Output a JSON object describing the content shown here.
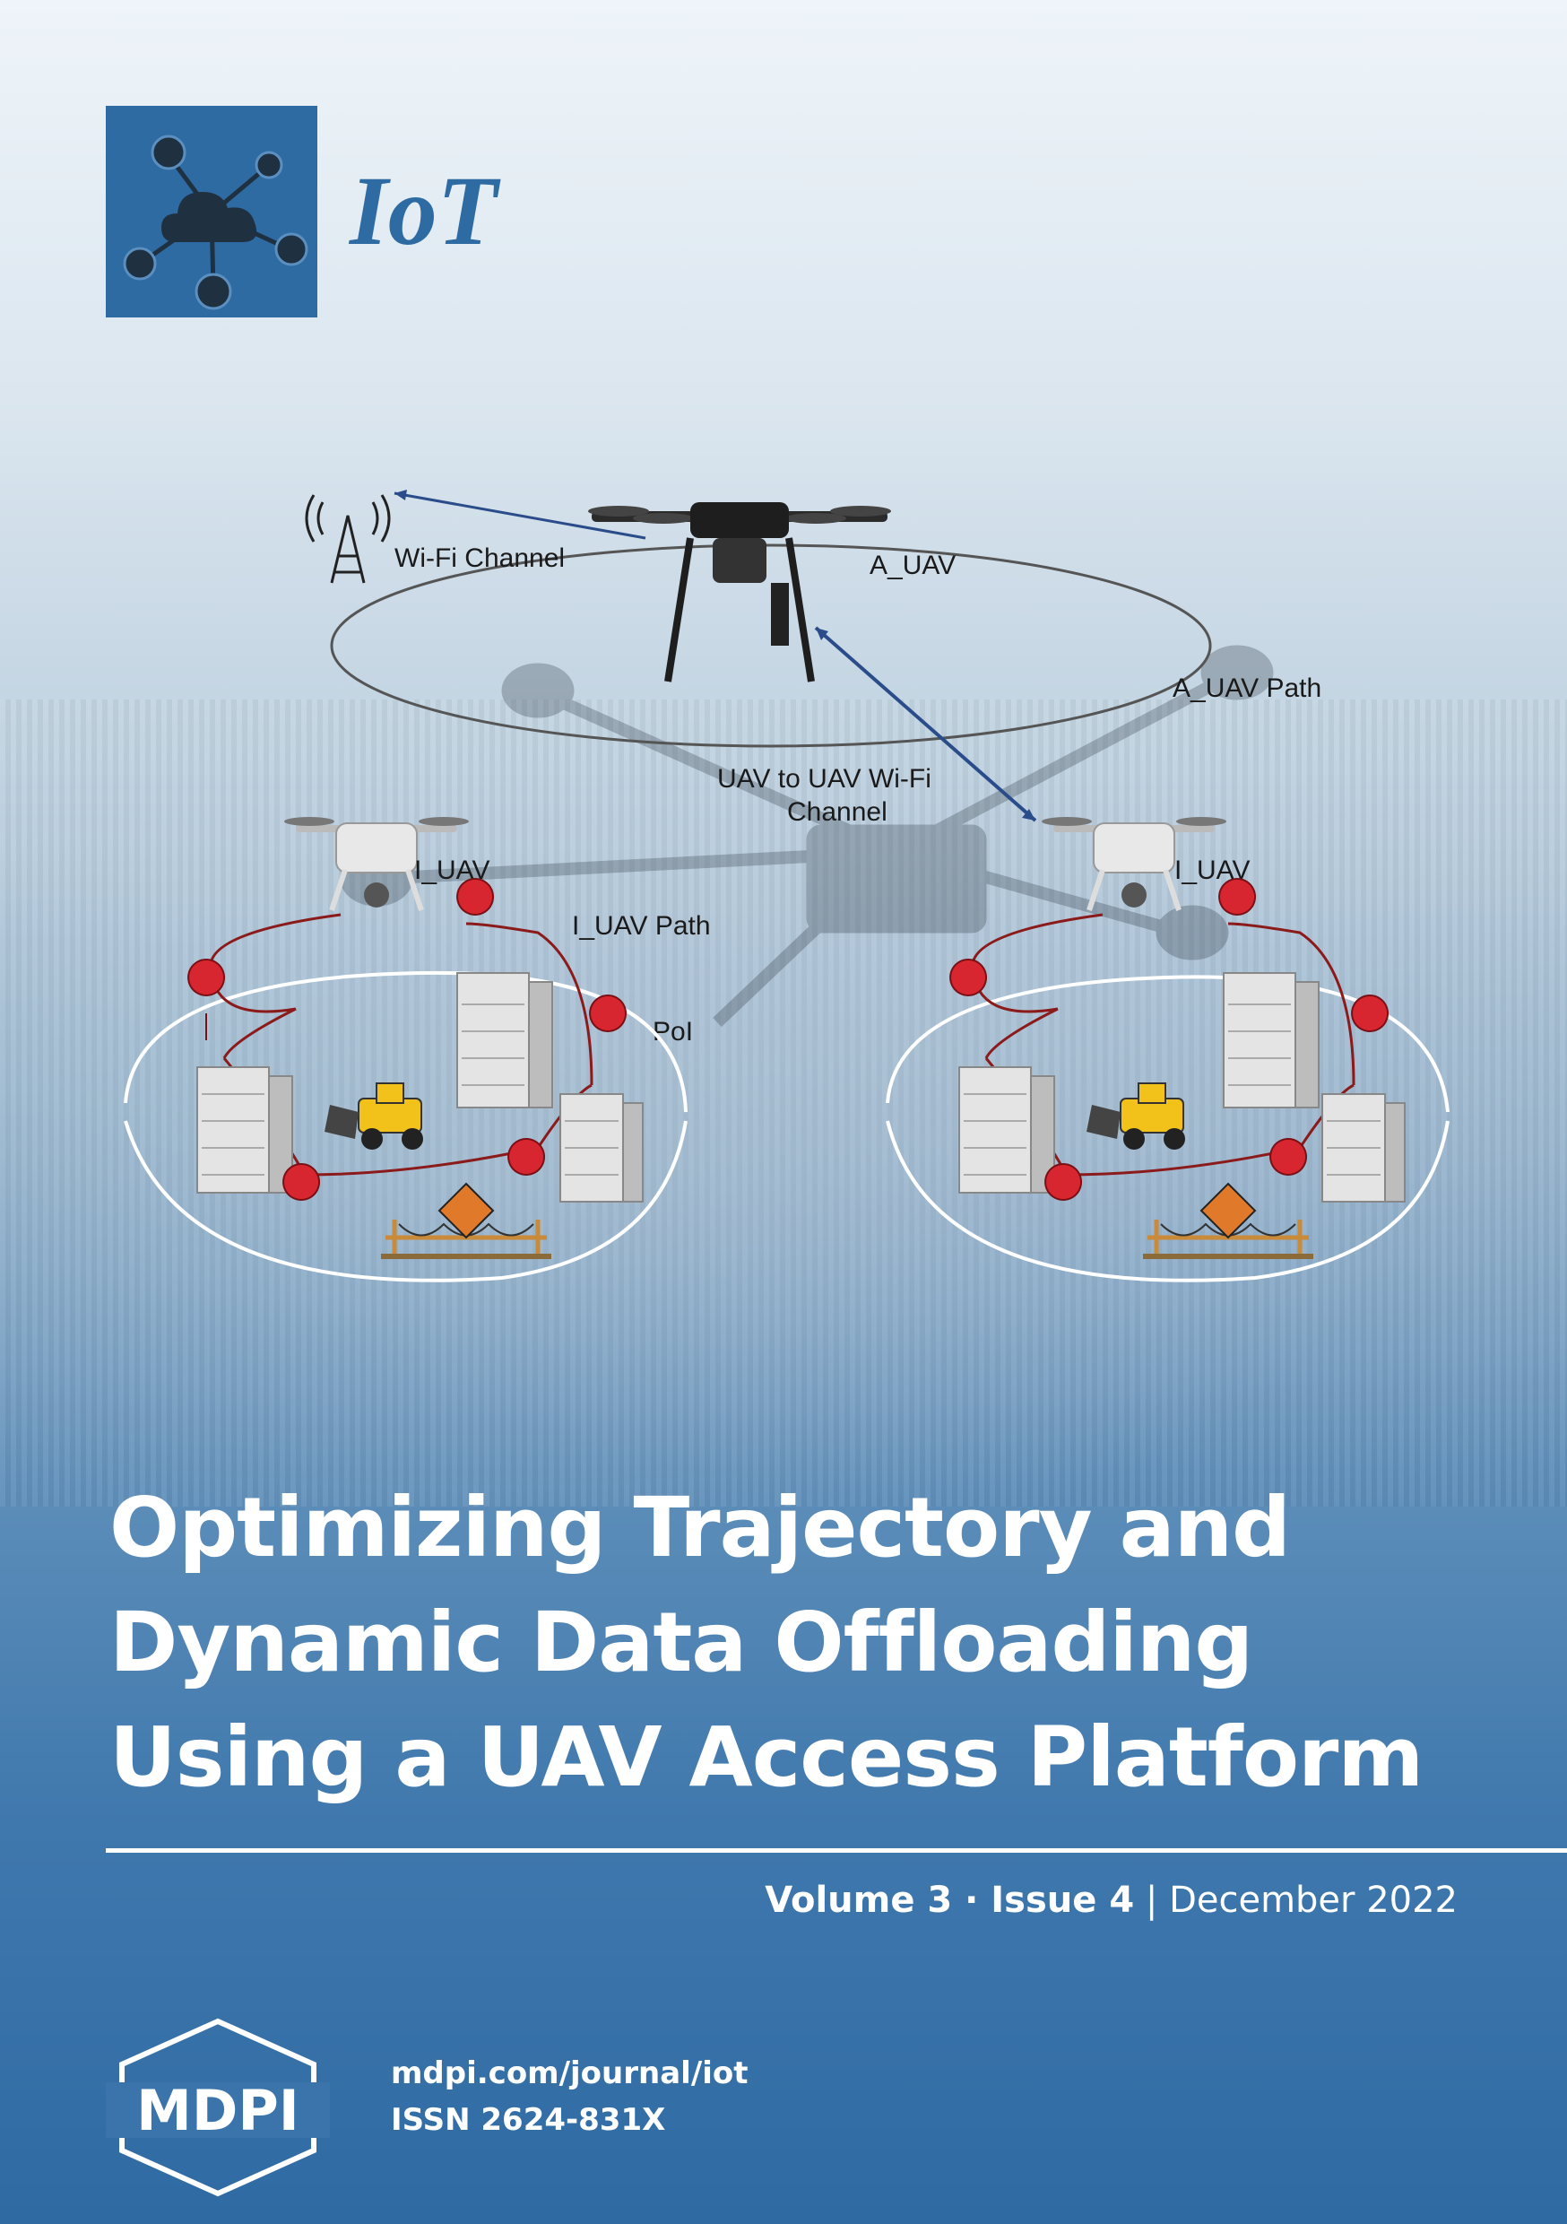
{
  "journal": {
    "name": "IoT"
  },
  "diagram": {
    "wifi_channel": "Wi-Fi Channel",
    "a_uav": "A_UAV",
    "a_uav_path": "A_UAV Path",
    "uav_to_uav_line1": "UAV to UAV Wi-Fi",
    "uav_to_uav_line2": "Channel",
    "i_uav_left": "I_UAV",
    "i_uav_right": "I_UAV",
    "i_uav_path": "I_UAV Path",
    "poi": "PoI"
  },
  "title_lines": [
    "Optimizing Trajectory and",
    "Dynamic Data Offloading",
    "Using a UAV Access Platform"
  ],
  "issue": {
    "volume": "Volume 3",
    "separator": " · ",
    "issue": "Issue 4",
    "divider": " | ",
    "date": "December 2022"
  },
  "publisher": {
    "logo_text": "MDPI",
    "url": "mdpi.com/journal/iot",
    "issn": "ISSN 2624-831X"
  },
  "colors": {
    "brand_blue": "#2e6ba3",
    "pin_red": "#d7262f",
    "bulldozer": "#f2c21b"
  }
}
